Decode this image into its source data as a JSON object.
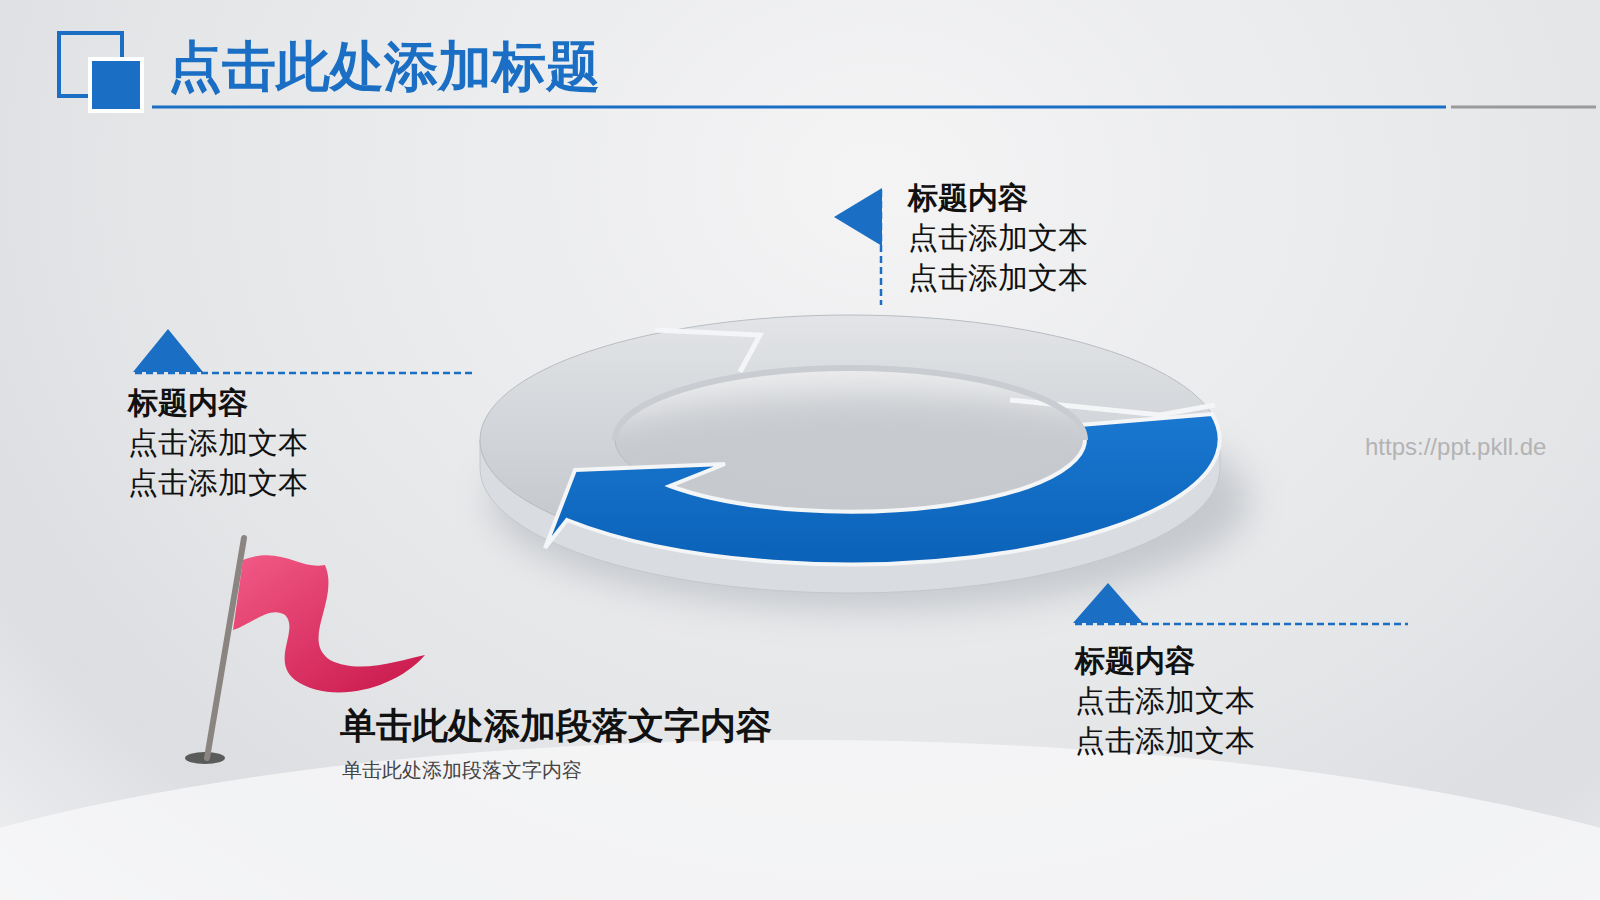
{
  "diagram": {
    "title": "点击此处添加标题",
    "labels": [
      "标题内容",
      "点击添加文本",
      "点击添加文本",
      "标题内容",
      "点击添加文本",
      "点击添加文本",
      "标题内容",
      "点击添加文本",
      "点击添加文本",
      "单击此处添加段落文字内容",
      "单击此处添加段落文字内容",
      "https://ppt.pkll.de"
    ]
  }
}
